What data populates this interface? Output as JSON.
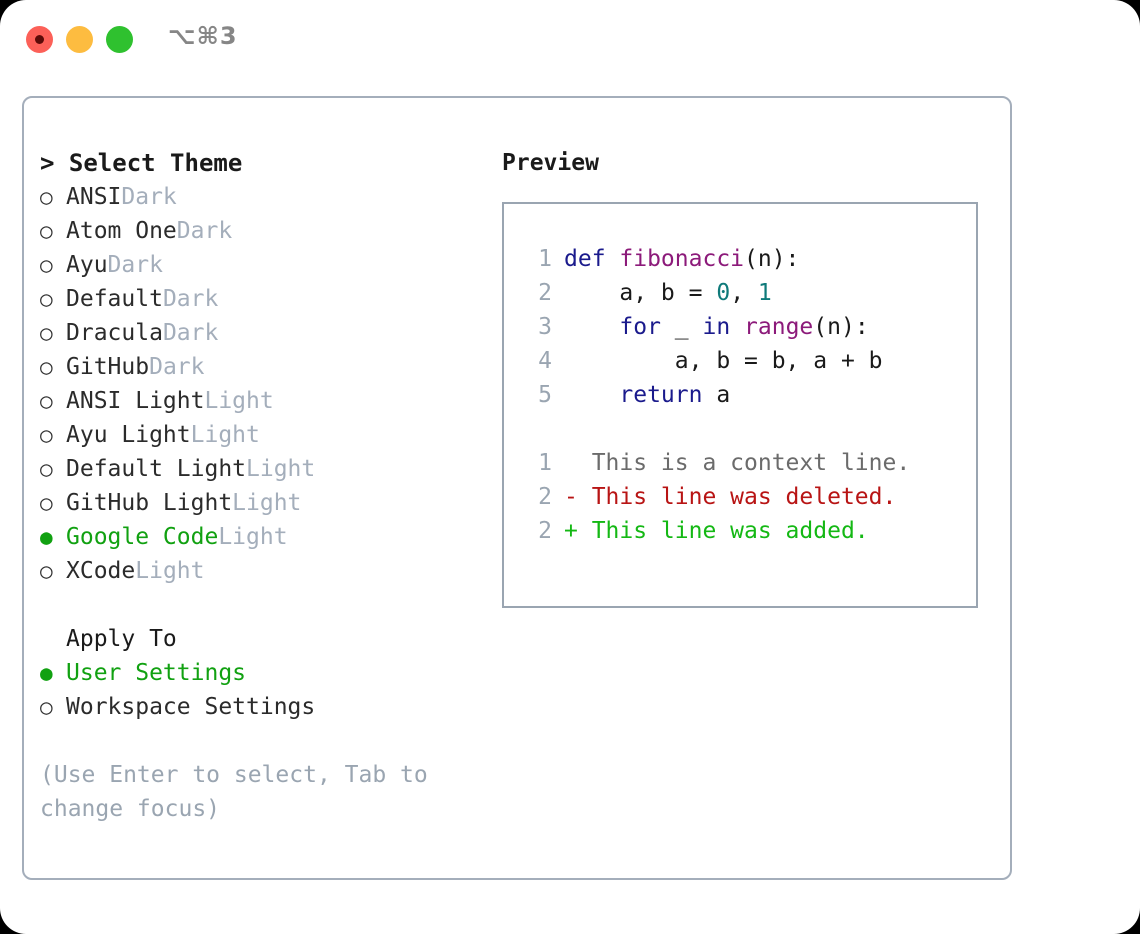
{
  "window": {
    "shortcut": "⌥⌘3",
    "traffic_lights": [
      {
        "name": "close",
        "color": "#fc6058"
      },
      {
        "name": "minimize",
        "color": "#fdbc40"
      },
      {
        "name": "maximize",
        "color": "#2fc12f"
      }
    ]
  },
  "theme_panel": {
    "header": "> Select Theme",
    "marker_unselected": "○",
    "marker_selected": "●",
    "accent_color": "#11a111",
    "options": [
      {
        "label": "ANSI",
        "suffix": "Dark",
        "selected": false
      },
      {
        "label": "Atom One",
        "suffix": "Dark",
        "selected": false
      },
      {
        "label": "Ayu",
        "suffix": "Dark",
        "selected": false
      },
      {
        "label": "Default",
        "suffix": "Dark",
        "selected": false
      },
      {
        "label": "Dracula",
        "suffix": "Dark",
        "selected": false
      },
      {
        "label": "GitHub",
        "suffix": "Dark",
        "selected": false
      },
      {
        "label": "ANSI Light",
        "suffix": "Light",
        "selected": false
      },
      {
        "label": "Ayu Light",
        "suffix": "Light",
        "selected": false
      },
      {
        "label": "Default Light",
        "suffix": "Light",
        "selected": false
      },
      {
        "label": "GitHub Light",
        "suffix": "Light",
        "selected": false
      },
      {
        "label": "Google Code",
        "suffix": "Light",
        "selected": true
      },
      {
        "label": "XCode",
        "suffix": "Light",
        "selected": false
      }
    ]
  },
  "apply_to": {
    "header": "Apply To",
    "options": [
      {
        "label": "User Settings",
        "selected": true
      },
      {
        "label": "Workspace Settings",
        "selected": false
      }
    ]
  },
  "hint": "(Use Enter to select, Tab to change focus)",
  "preview": {
    "header": "Preview",
    "code_lines": [
      {
        "no": "1",
        "tokens": [
          {
            "t": "def ",
            "c": "tok-kw"
          },
          {
            "t": "fibonacci",
            "c": "tok-fn"
          },
          {
            "t": "(n):",
            "c": "tok-plain"
          }
        ]
      },
      {
        "no": "2",
        "tokens": [
          {
            "t": "    a, b = ",
            "c": "tok-plain"
          },
          {
            "t": "0",
            "c": "tok-num"
          },
          {
            "t": ", ",
            "c": "tok-plain"
          },
          {
            "t": "1",
            "c": "tok-num"
          }
        ]
      },
      {
        "no": "3",
        "tokens": [
          {
            "t": "    ",
            "c": "tok-plain"
          },
          {
            "t": "for",
            "c": "tok-kw"
          },
          {
            "t": " _ ",
            "c": "tok-plain"
          },
          {
            "t": "in",
            "c": "tok-kw"
          },
          {
            "t": " ",
            "c": "tok-plain"
          },
          {
            "t": "range",
            "c": "tok-fn"
          },
          {
            "t": "(n):",
            "c": "tok-plain"
          }
        ]
      },
      {
        "no": "4",
        "tokens": [
          {
            "t": "        a, b = b, a + b",
            "c": "tok-plain"
          }
        ]
      },
      {
        "no": "5",
        "tokens": [
          {
            "t": "    ",
            "c": "tok-plain"
          },
          {
            "t": "return",
            "c": "tok-kw"
          },
          {
            "t": " a",
            "c": "tok-plain"
          }
        ]
      }
    ],
    "diff_lines": [
      {
        "no": "1",
        "text": "  This is a context line.",
        "kind": "diff-ctx"
      },
      {
        "no": "2",
        "text": "- This line was deleted.",
        "kind": "diff-del"
      },
      {
        "no": "2",
        "text": "+ This line was added.",
        "kind": "diff-add"
      }
    ]
  }
}
